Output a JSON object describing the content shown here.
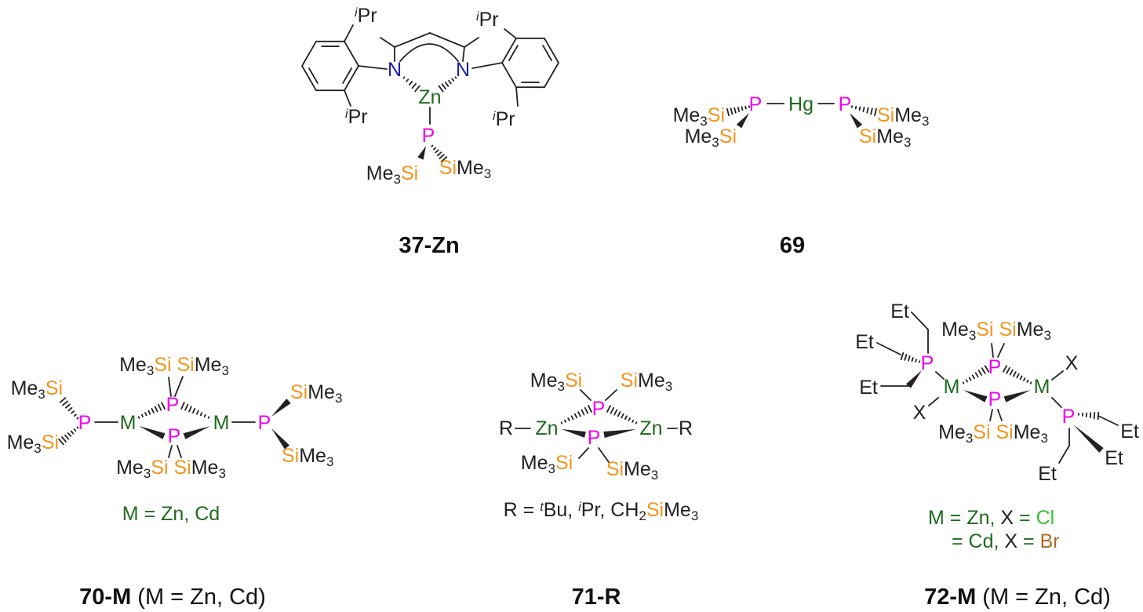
{
  "colors": {
    "P": "#f000f0",
    "Si": "#f7941d",
    "Zn": "#1f6b1f",
    "Hg": "#1f6b1f",
    "Cd": "#1f6b1f",
    "M": "#1f6b1f",
    "N": "#1b1bb0",
    "Cl": "#33c033",
    "Br": "#b06a20",
    "X": "#222222"
  },
  "c37": {
    "caption": "37-Zn",
    "ipr_tl": "iPr",
    "ipr_bl": "iPr",
    "ipr_tr": "iPr",
    "ipr_br": "iPr",
    "n_left": "N",
    "n_right": "N",
    "metal": "Zn",
    "p": "P",
    "si_left": "Me3Si",
    "si_right": "SiMe3"
  },
  "c69": {
    "caption": "69",
    "si_ul": "Me3Si",
    "si_ll": "Me3Si",
    "p_left": "P",
    "metal": "Hg",
    "p_right": "P",
    "si_ur": "SiMe3",
    "si_lr": "SiMe3"
  },
  "c70": {
    "caption_bold": "70-M",
    "caption_rest": " (M = Zn, Cd)",
    "si_ul": "Me3Si",
    "si_ll": "Me3Si",
    "p_left": "P",
    "m_left": "M",
    "p_top": "P",
    "p_bottom": "P",
    "m_right": "M",
    "p_right": "P",
    "si_top": "Me3Si SiMe3",
    "si_bottom": "Me3Si SiMe3",
    "si_ur": "SiMe3",
    "si_lr": "SiMe3",
    "legend": "M = Zn, Cd"
  },
  "c71": {
    "caption": "71-R",
    "r_left": "R",
    "zn_left": "Zn",
    "p_top": "P",
    "p_bottom": "P",
    "zn_right": "Zn",
    "r_right": "R",
    "si_tl": "Me3Si",
    "si_tr": "SiMe3",
    "si_bl": "Me3Si",
    "si_br": "SiMe3",
    "legend": "R = tBu, iPr, CH2SiMe3"
  },
  "c72": {
    "caption_bold": "72-M",
    "caption_rest": " (M = Zn, Cd)",
    "et_top": "Et",
    "et_mid": "Et",
    "et_low": "Et",
    "p_left": "P",
    "m_left": "M",
    "p_top": "P",
    "p_bottom": "P",
    "m_right": "M",
    "x_right": "X",
    "x_left": "X",
    "p_right": "P",
    "si_top": "Me3Si SiMe3",
    "si_bottom": "Me3Si SiMe3",
    "et_right": "Et",
    "et_right_low": "Et",
    "et_bottom": "Et",
    "legend_1": "M = Zn, X = Cl",
    "legend_2": "= Cd, X = Br"
  }
}
